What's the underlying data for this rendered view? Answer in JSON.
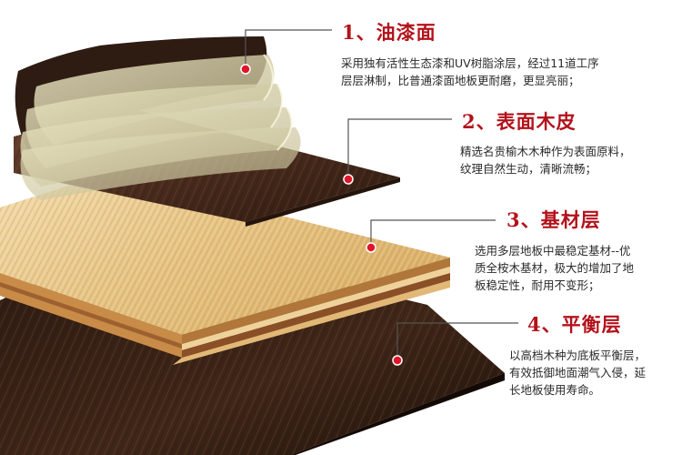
{
  "layers": [
    {
      "title": "1、油漆面",
      "desc": "采用独有活性生态漆和UV树脂涂层，经过11道工序\n层层淋制，比普通漆面地板更耐磨，更显亮丽；"
    },
    {
      "title": "2、表面木皮",
      "desc": "精选名贵榆木木种作为表面原料，\n纹理自然生动，清晰流畅；"
    },
    {
      "title": "3、基材层",
      "desc": "选用多层地板中最稳定基材--优\n质全桉木基材，极大的增加了地\n板稳定性，耐用不变形；"
    },
    {
      "title": "4、平衡层",
      "desc": "以高档木种为底板平衡层，\n有效抵御地面潮气入侵，延\n长地板使用寿命。"
    }
  ],
  "colors": {
    "title_red": "#b3121b",
    "marker_red": "#e0142a",
    "line_gray": "#555555",
    "walnut_dark": "#3a2216",
    "birch_light": "#e9c98a"
  },
  "icons": [
    "layer-marker-dot-icon"
  ]
}
